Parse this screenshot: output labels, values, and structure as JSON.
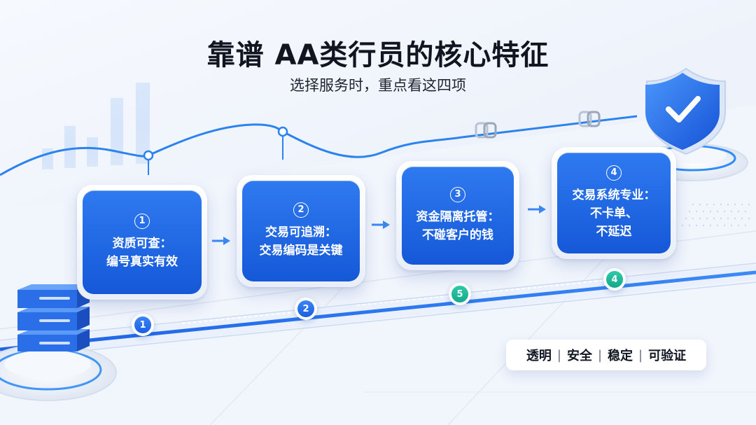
{
  "header": {
    "title": "靠谱 AA类行员的核心特征",
    "subtitle": "选择服务时，重点看这四项"
  },
  "steps": [
    {
      "number": "1",
      "line1": "资质可查：",
      "line2": "编号真实有效"
    },
    {
      "number": "2",
      "line1": "交易可追溯：",
      "line2": "交易编码是关键"
    },
    {
      "number": "3",
      "line1": "资金隔离托管：",
      "line2": "不碰客户的钱"
    },
    {
      "number": "4",
      "line1": "交易系统专业：",
      "line2": "不卡单、",
      "line3": "不延迟"
    }
  ],
  "track_markers": [
    {
      "label": "1",
      "color": "blue"
    },
    {
      "label": "2",
      "color": "blue"
    },
    {
      "label": "5",
      "color": "teal"
    },
    {
      "label": "4",
      "color": "teal"
    }
  ],
  "tags": [
    "透明",
    "安全",
    "稳定",
    "可验证"
  ],
  "colors": {
    "card_blue": "#1f66e5",
    "accent_blue": "#2f7af0",
    "teal": "#1fb89a"
  },
  "icons": {
    "shield": "shield-check-icon",
    "server": "server-stack-icon",
    "bars": "bar-chart-icon",
    "chain": "chain-link-icon"
  }
}
